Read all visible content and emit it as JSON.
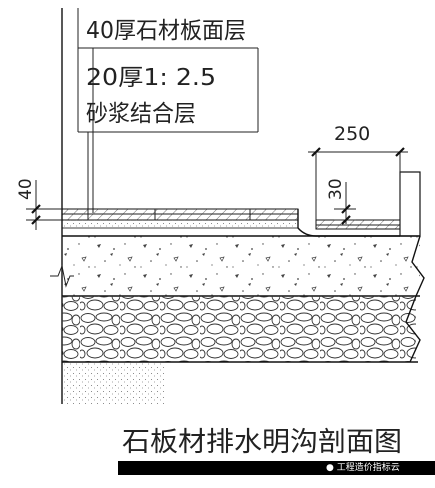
{
  "labels": {
    "top_layer": "40厚石材板面层",
    "mortar_line1": "20厚1: 2.5",
    "mortar_line2": "砂浆结合层",
    "dim_width": "250",
    "dim_left": "40",
    "dim_right": "30",
    "title": "石板材排水明沟剖面图"
  },
  "watermark": {
    "text": "工程造价指标云",
    "icon": "wechat-icon"
  },
  "colors": {
    "line": "#222222",
    "band": "#000000",
    "watermark_text": "#ffffff"
  }
}
